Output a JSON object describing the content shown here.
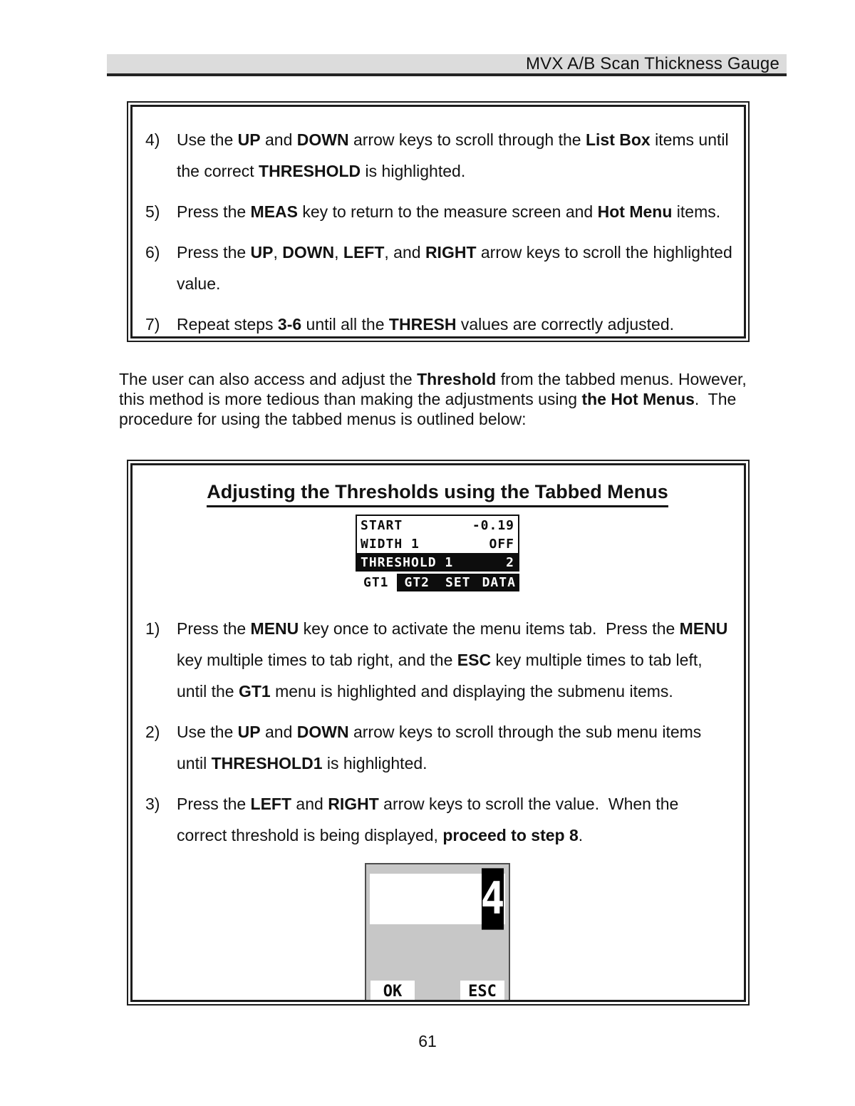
{
  "header": {
    "title": "MVX A/B Scan Thickness Gauge"
  },
  "box1": {
    "steps": [
      {
        "num": "4)",
        "segments": [
          {
            "t": "Use the "
          },
          {
            "t": "UP",
            "b": true
          },
          {
            "t": " and "
          },
          {
            "t": "DOWN",
            "b": true
          },
          {
            "t": " arrow keys to scroll through the "
          },
          {
            "t": "List Box",
            "b": true
          },
          {
            "t": " items until the correct "
          },
          {
            "t": "THRESHOLD",
            "b": true
          },
          {
            "t": " is highlighted."
          }
        ]
      },
      {
        "num": "5)",
        "segments": [
          {
            "t": "Press the "
          },
          {
            "t": "MEAS",
            "b": true
          },
          {
            "t": " key to return to the measure screen and "
          },
          {
            "t": "Hot Menu",
            "b": true
          },
          {
            "t": " items."
          }
        ]
      },
      {
        "num": "6)",
        "segments": [
          {
            "t": "Press the "
          },
          {
            "t": "UP",
            "b": true
          },
          {
            "t": ", "
          },
          {
            "t": "DOWN",
            "b": true
          },
          {
            "t": ", "
          },
          {
            "t": "LEFT",
            "b": true
          },
          {
            "t": ", and "
          },
          {
            "t": "RIGHT",
            "b": true
          },
          {
            "t": " arrow keys to scroll the highlighted value."
          }
        ]
      },
      {
        "num": "7)",
        "segments": [
          {
            "t": "Repeat steps "
          },
          {
            "t": "3-6",
            "b": true
          },
          {
            "t": " until all the "
          },
          {
            "t": "THRESH",
            "b": true
          },
          {
            "t": " values are correctly adjusted."
          }
        ]
      }
    ]
  },
  "intro": {
    "segments": [
      {
        "t": "The user can also access and adjust the "
      },
      {
        "t": "Threshold",
        "b": true
      },
      {
        "t": " from the tabbed menus. However, this method is more tedious than making the adjustments using "
      },
      {
        "t": "the Hot Menus",
        "b": true
      },
      {
        "t": ".  The procedure for using the tabbed menus is outlined below:"
      }
    ]
  },
  "box2": {
    "title": "Adjusting the Thresholds using the Tabbed Menus",
    "lcd_menu": {
      "rows": [
        {
          "label": "START",
          "value": "-0.19",
          "highlight": false
        },
        {
          "label": "WIDTH 1",
          "value": "OFF",
          "highlight": false
        },
        {
          "label": "THRESHOLD 1",
          "value": "2",
          "highlight": true
        }
      ],
      "tabs": [
        {
          "label": "GT1",
          "selected": true
        },
        {
          "label": "GT2",
          "selected": false
        },
        {
          "label": "SET",
          "selected": false
        },
        {
          "label": "DATA",
          "selected": false
        }
      ]
    },
    "steps": [
      {
        "num": "1)",
        "segments": [
          {
            "t": "Press the "
          },
          {
            "t": "MENU",
            "b": true
          },
          {
            "t": " key once to activate the menu items tab.  Press the "
          },
          {
            "t": "MENU",
            "b": true
          },
          {
            "t": " key multiple times to tab right, and the "
          },
          {
            "t": "ESC",
            "b": true
          },
          {
            "t": " key multiple times to tab left, until the "
          },
          {
            "t": "GT1",
            "b": true
          },
          {
            "t": " menu is highlighted and displaying the submenu items."
          }
        ]
      },
      {
        "num": "2)",
        "segments": [
          {
            "t": "Use the "
          },
          {
            "t": "UP",
            "b": true
          },
          {
            "t": " and "
          },
          {
            "t": "DOWN",
            "b": true
          },
          {
            "t": " arrow keys to scroll through the sub menu items until "
          },
          {
            "t": "THRESHOLD1",
            "b": true
          },
          {
            "t": " is highlighted."
          }
        ]
      },
      {
        "num": "3)",
        "segments": [
          {
            "t": "Press the "
          },
          {
            "t": "LEFT",
            "b": true
          },
          {
            "t": " and "
          },
          {
            "t": "RIGHT",
            "b": true
          },
          {
            "t": " arrow keys to scroll the value.  When the correct threshold is being displayed, "
          },
          {
            "t": "proceed to step 8",
            "b": true
          },
          {
            "t": "."
          }
        ]
      }
    ],
    "value_screen": {
      "value": "4",
      "ok_label": "OK",
      "esc_label": "ESC"
    }
  },
  "footer": {
    "page_number": "61"
  },
  "colors": {
    "header_bar": "#dcdcdc",
    "lcd_black": "#0d0d0d",
    "screen_gray": "#c7c7c7"
  }
}
